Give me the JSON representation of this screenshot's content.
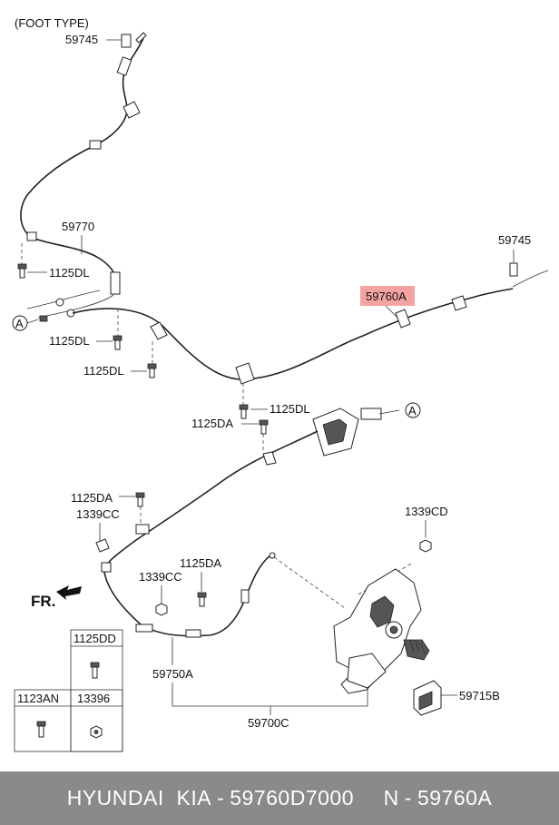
{
  "labels": {
    "foot_type": "(FOOT TYPE)",
    "p59745_top": "59745",
    "p59770": "59770",
    "p1125dl_1": "1125DL",
    "p1125dl_2": "1125DL",
    "p1125dl_3": "1125DL",
    "p1125dl_4": "1125DL",
    "p59745_right": "59745",
    "p59760a": "59760A",
    "callout_a_left": "A",
    "callout_a_right": "A",
    "p1125da_1": "1125DA",
    "p1125da_2": "1125DA",
    "p1125da_3": "1125DA",
    "p1339cc_1": "1339CC",
    "p1339cc_2": "1339CC",
    "p1339cd": "1339CD",
    "fr": "FR.",
    "p59750a": "59750A",
    "p59700c": "59700C",
    "p59715b": "59715B"
  },
  "legend_table": {
    "top_cell": "1125DD",
    "bottom_left": "1123AN",
    "bottom_right": "13396"
  },
  "highlight_color": "#f4a3a3",
  "footer": {
    "brand": "HYUNDAI  KIA",
    "sep1": "-",
    "part_number": "59760D7000",
    "gap": "   ",
    "n": "N",
    "sep2": "-",
    "ref": "59760A"
  }
}
